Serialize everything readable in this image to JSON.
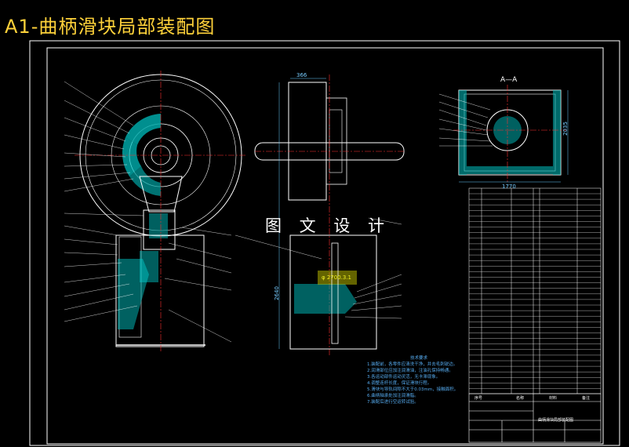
{
  "title": "A1-曲柄滑块局部装配图",
  "watermark": "图 文 设 计",
  "section_label": "A—A",
  "dimensions": {
    "top_width": "366",
    "right_width": "1770",
    "right_height": "2035",
    "mid_height": "2640",
    "mid_top": "φ 2700.3.1"
  },
  "notes": {
    "header": "技术要求",
    "lines": [
      "1.装配前，各零件应清洗干净，并去毛刺锐边。",
      "2.润滑部位应加注润滑油，注油孔保持畅通。",
      "3.各运动部件运动灵活，无卡滞现象。",
      "4.调整连杆长度，保证滑块行程。",
      "5.滑块与导轨间隙不大于0.03mm，接触面积。",
      "6.曲柄轴承处加注润滑脂。",
      "7.装配后进行空运转试验。"
    ]
  },
  "title_block": {
    "drawing_name": "曲柄滑块局部装配图",
    "col_seq": "序号",
    "col_name": "名称",
    "col_material": "材料",
    "col_remark": "备注"
  },
  "colors": {
    "frame": "#ffffff",
    "section": "#00e0e0",
    "hatch": "#00c0c0",
    "centerline": "#ff3030",
    "dimension": "#6cf",
    "title": "#ffd23a"
  }
}
